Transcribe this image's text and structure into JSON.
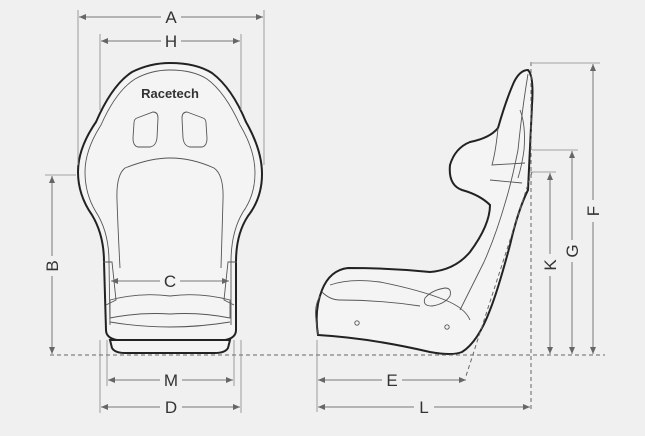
{
  "brand": "Racetech",
  "labels": {
    "A": "A",
    "H": "H",
    "B": "B",
    "C": "C",
    "M": "M",
    "D": "D",
    "E": "E",
    "L": "L",
    "F": "F",
    "G": "G",
    "K": "K"
  },
  "colors": {
    "outline": "#222222",
    "dimension": "#777777",
    "background": "#f0f0f0"
  }
}
